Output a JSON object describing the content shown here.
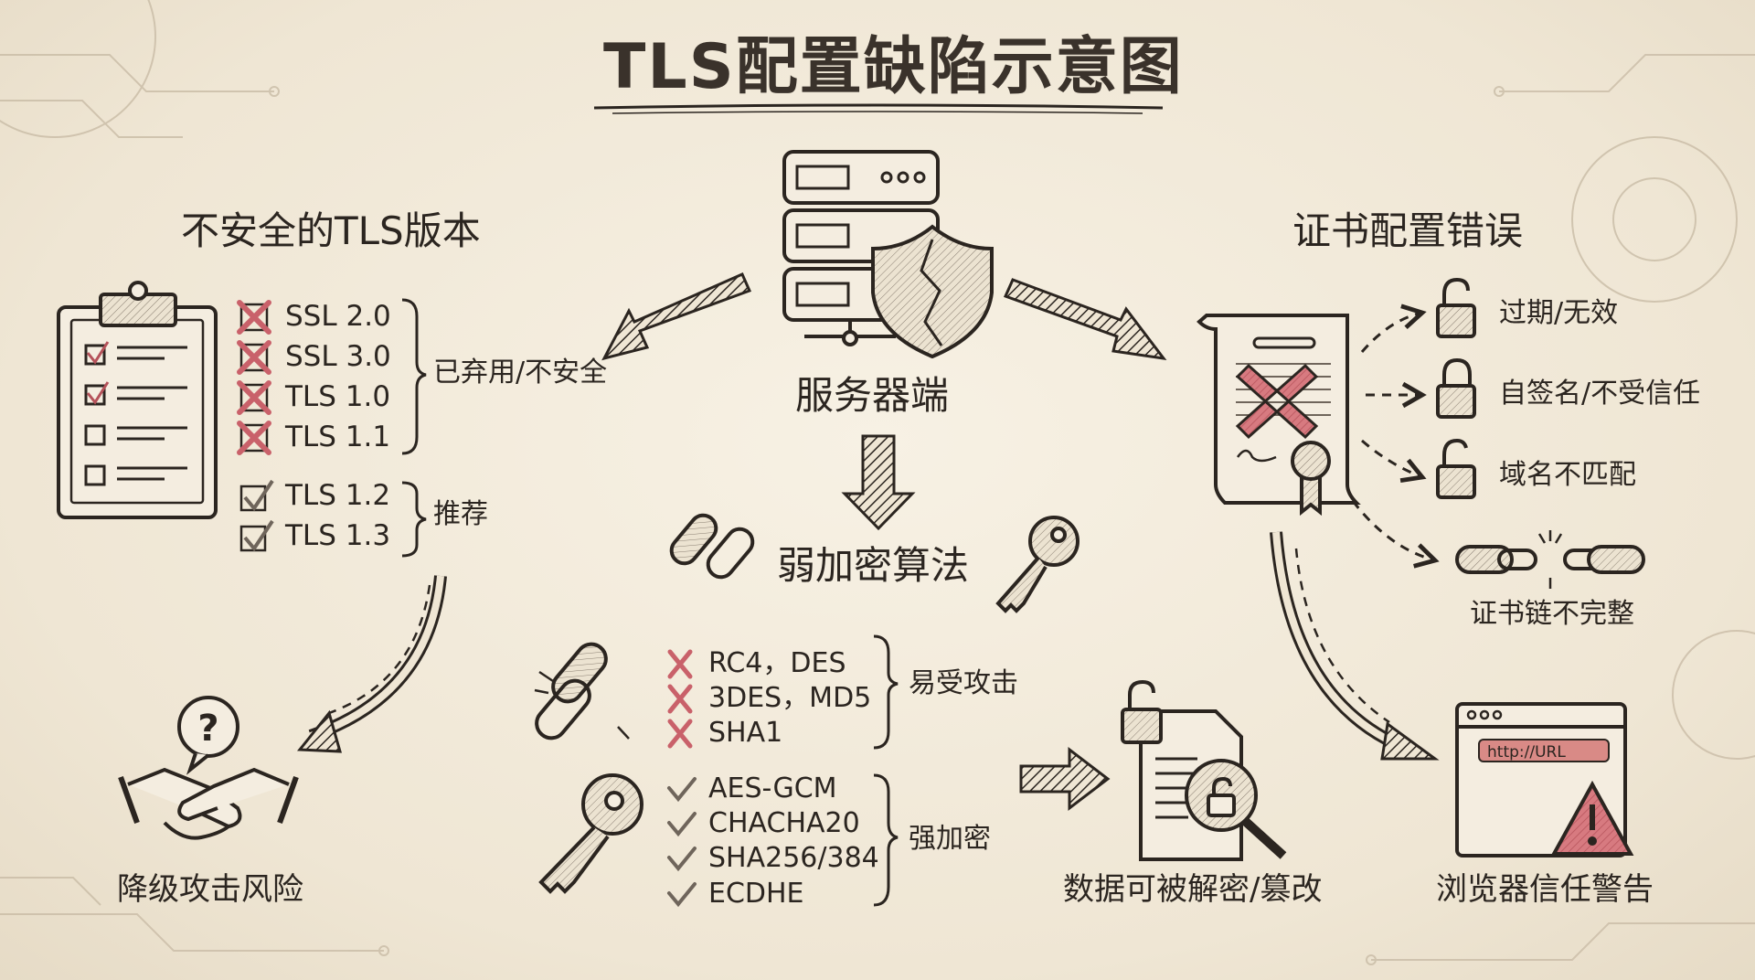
{
  "title": "TLS配置缺陷示意图",
  "left": {
    "heading": "不安全的TLS版本",
    "insecure": [
      "SSL 2.0",
      "SSL 3.0",
      "TLS 1.0",
      "TLS 1.1"
    ],
    "insecure_label": "已弃用/不安全",
    "recommended": [
      "TLS 1.2",
      "TLS 1.3"
    ],
    "recommended_label": "推荐",
    "outcome": "降级攻击风险"
  },
  "center": {
    "server_label": "服务器端",
    "heading": "弱加密算法",
    "weak": [
      "RC4，DES",
      "3DES，MD5",
      "SHA1"
    ],
    "weak_label": "易受攻击",
    "strong": [
      "AES-GCM",
      "CHACHA20",
      "SHA256/384",
      "ECDHE"
    ],
    "strong_label": "强加密",
    "outcome": "数据可被解密/篡改"
  },
  "right": {
    "heading": "证书配置错误",
    "issues": [
      "过期/无效",
      "自签名/不受信任",
      "域名不匹配"
    ],
    "chain_label": "证书链不完整",
    "browser_url": "http://URL",
    "outcome": "浏览器信任警告"
  },
  "colors": {
    "ink": "#2b2520",
    "red": "#c9616a",
    "paper": "#f3ebdc"
  }
}
